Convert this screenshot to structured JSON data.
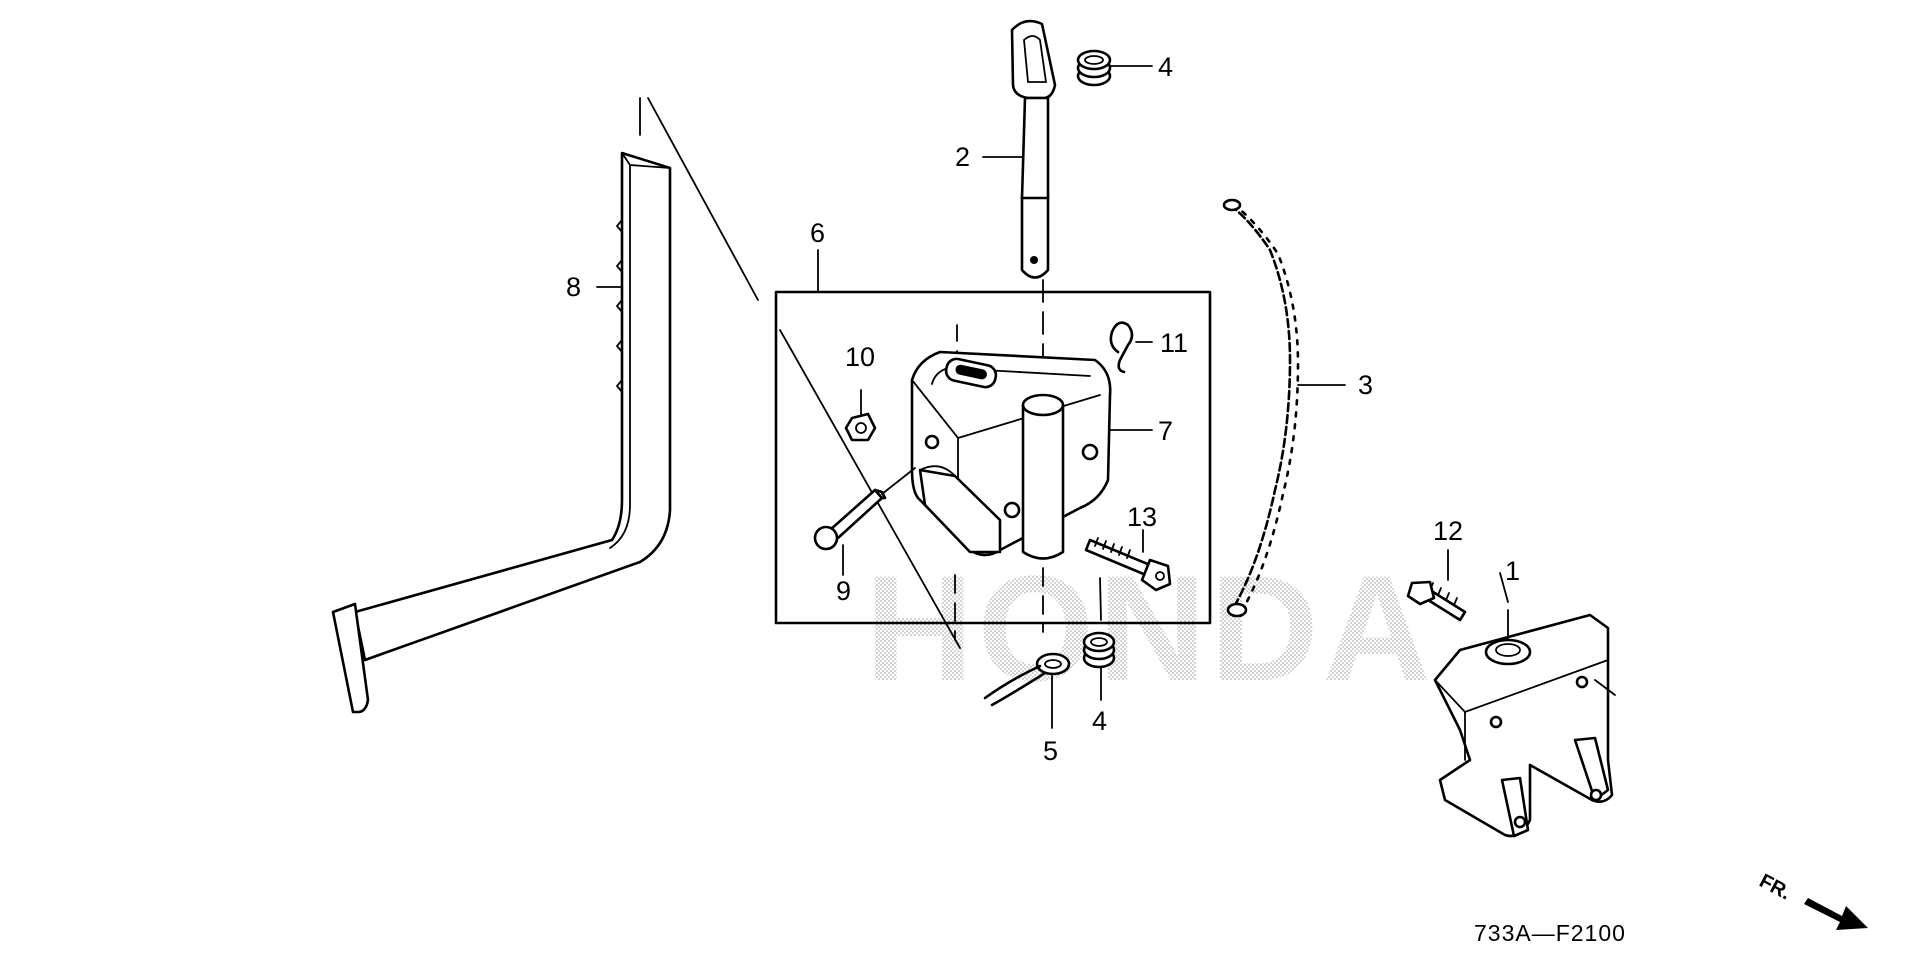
{
  "diagram_code": "733A—F2100",
  "direction_label": "FR.",
  "watermark_brand": "HONDA",
  "callouts": {
    "c1": "1",
    "c2": "2",
    "c3": "3",
    "c4a": "4",
    "c4b": "4",
    "c5": "5",
    "c6": "6",
    "c7": "7",
    "c8": "8",
    "c9": "9",
    "c10": "10",
    "c11": "11",
    "c12": "12",
    "c13": "13"
  }
}
